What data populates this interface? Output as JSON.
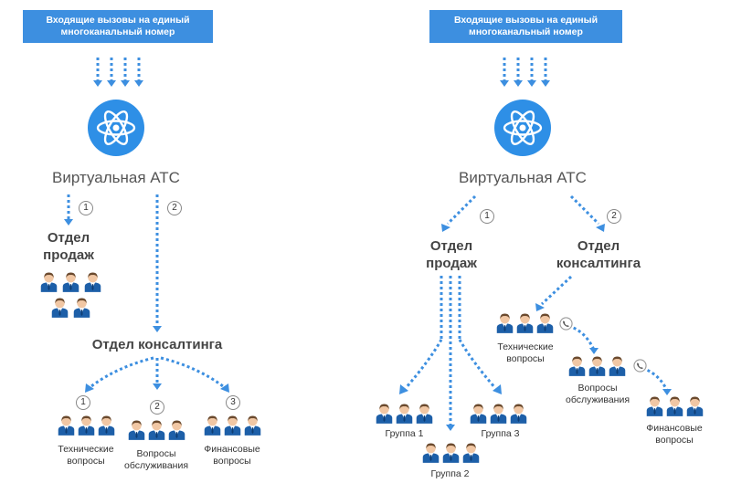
{
  "left": {
    "incoming_label": "Входящие вызовы на единый\nмногоканальный номер",
    "pbx_title": "Виртуальная АТС",
    "badge_1": "1",
    "badge_2": "2",
    "sales_dept": "Отдел\nпродаж",
    "consulting_dept": "Отдел консалтинга",
    "sub_badges": [
      "1",
      "2",
      "3"
    ],
    "groups": [
      "Технические\nвопросы",
      "Вопросы\nобслуживания",
      "Финансовые\nвопросы"
    ]
  },
  "right": {
    "incoming_label": "Входящие вызовы на единый\nмногоканальный номер",
    "pbx_title": "Виртуальная АТС",
    "badge_1": "1",
    "badge_2": "2",
    "sales_dept": "Отдел\nпродаж",
    "consulting_dept": "Отдел\nконсалтинга",
    "sales_groups": [
      "Группа 1",
      "Группа 2",
      "Группа 3"
    ],
    "consulting_groups": [
      "Технические\nвопросы",
      "Вопросы\nобслуживания",
      "Финансовые\nвопросы"
    ]
  },
  "colors": {
    "accent": "#3d8fe0",
    "arrow": "#3d8fe0",
    "text": "#444444"
  },
  "icons": [
    "atom-icon",
    "person-icon",
    "phone-icon"
  ]
}
